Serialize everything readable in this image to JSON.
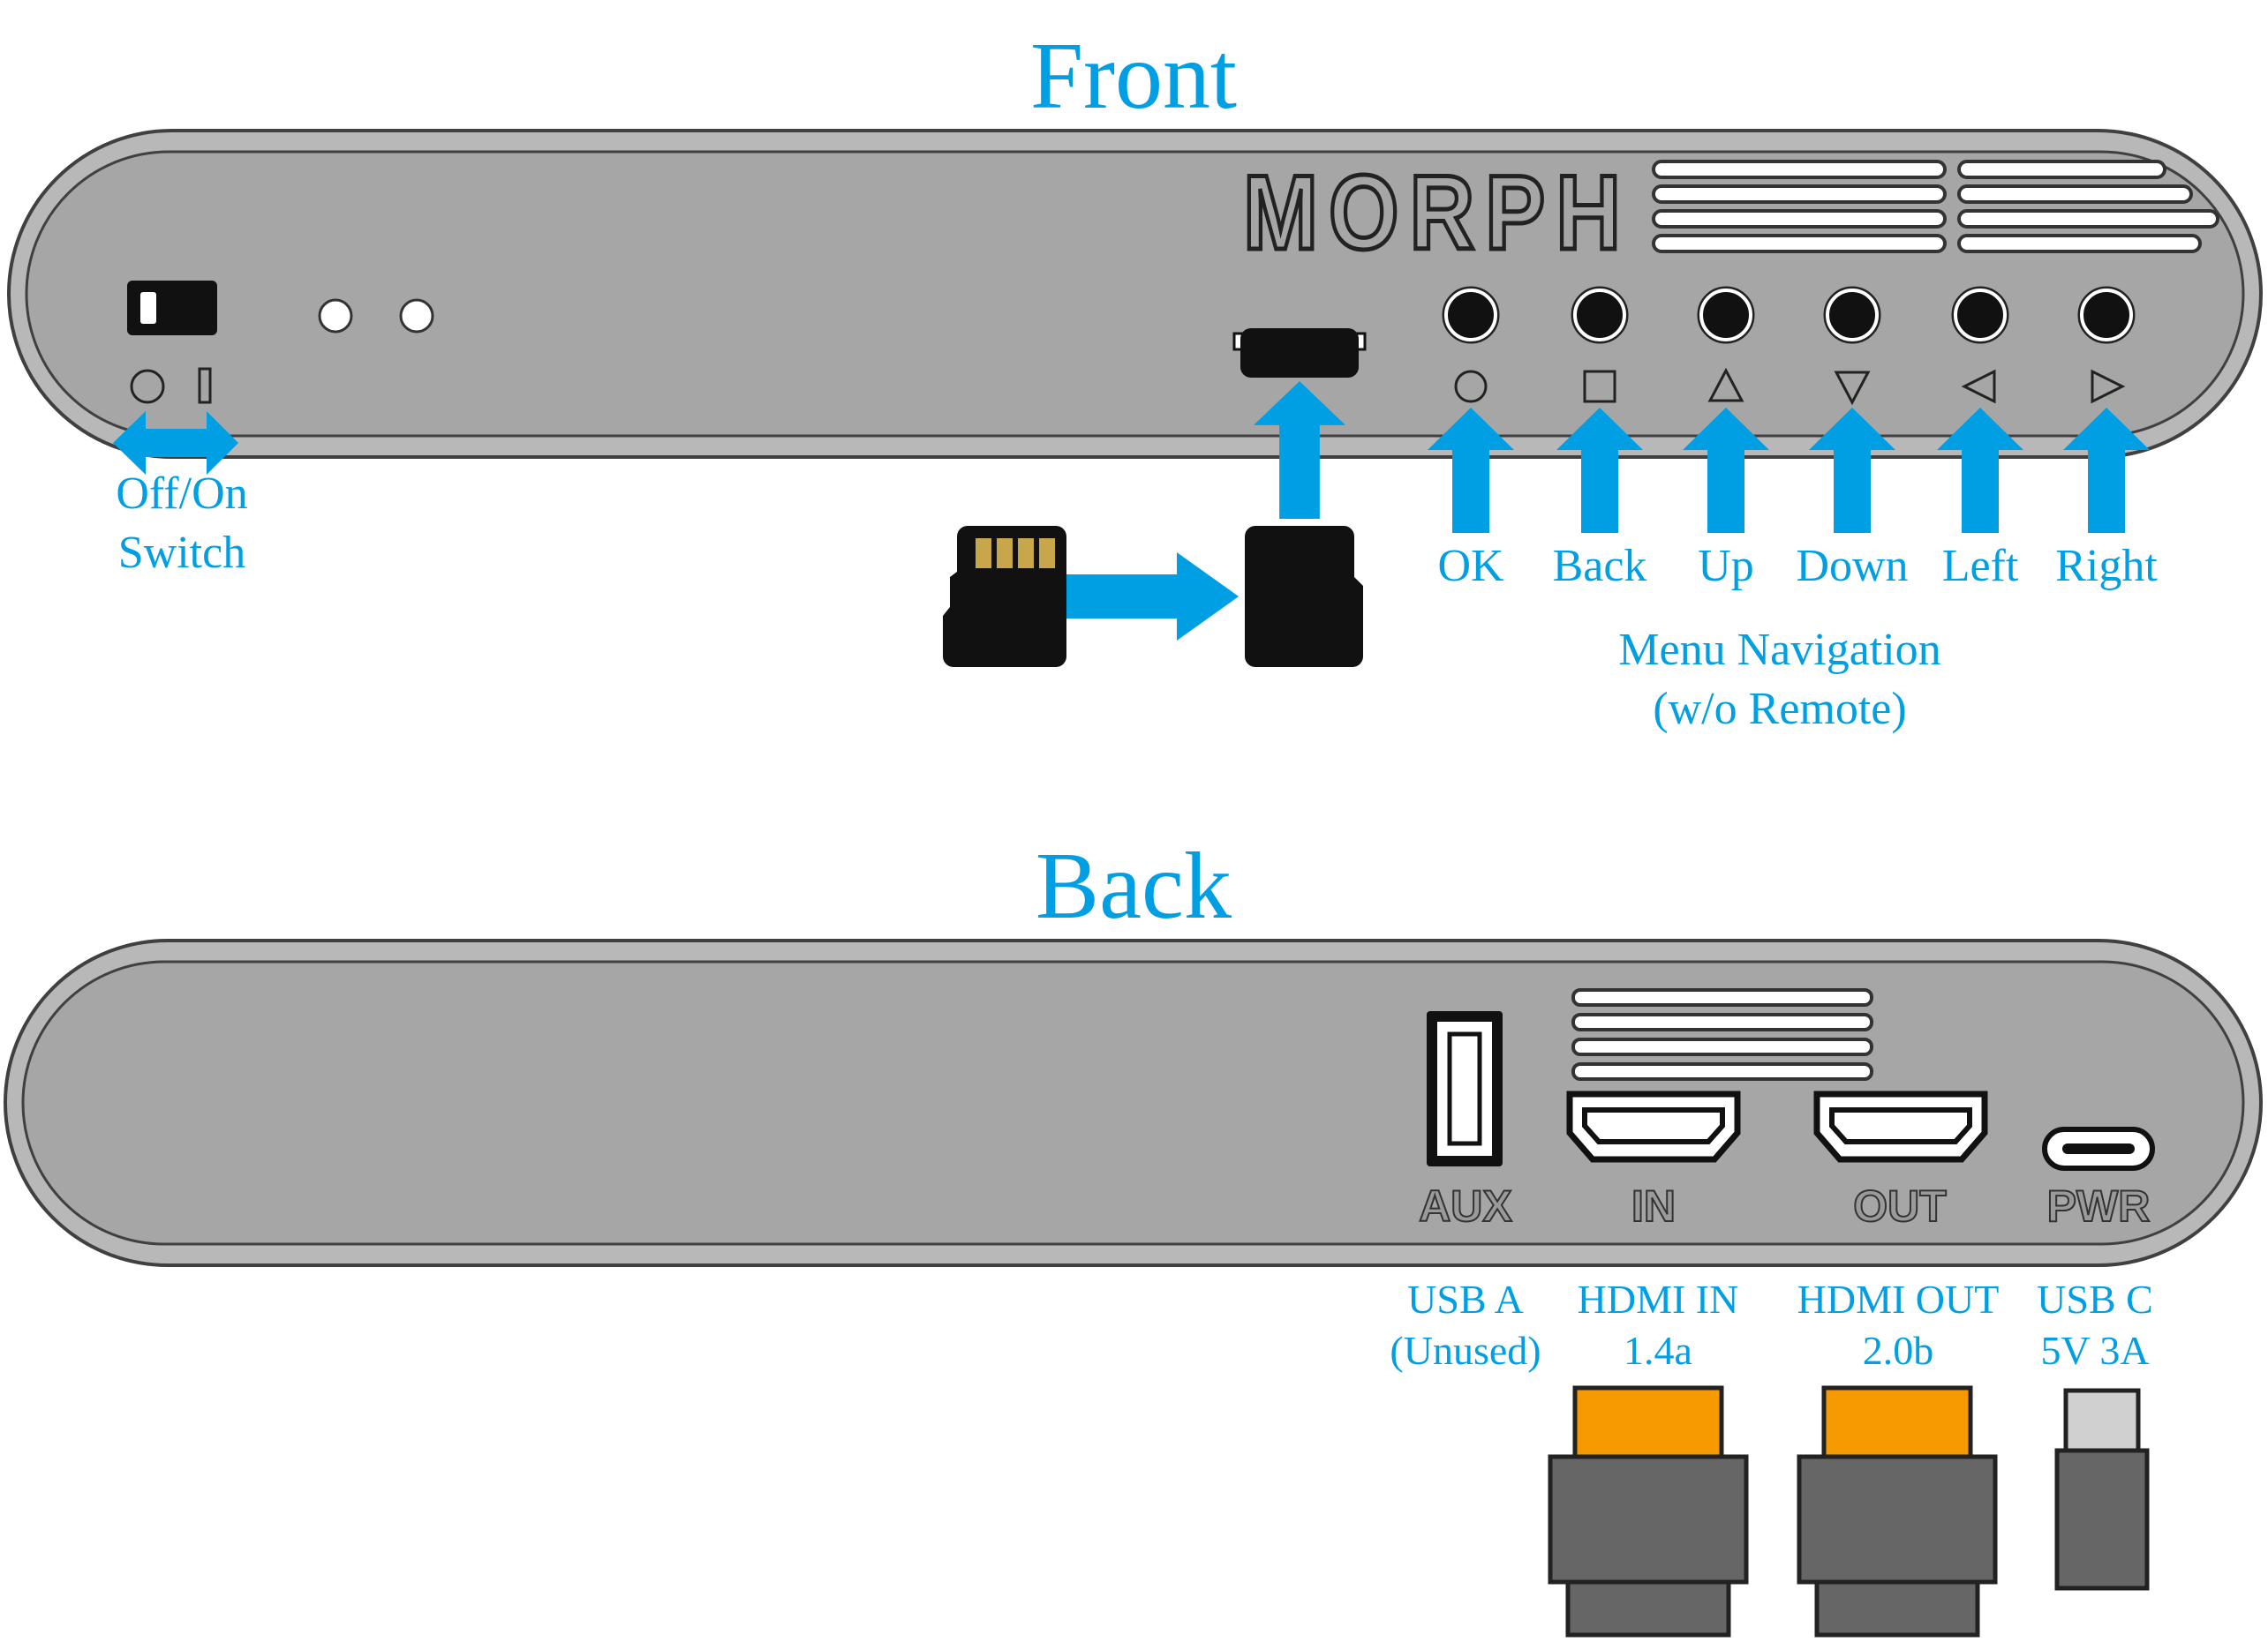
{
  "front": {
    "title": "Front",
    "brand": "MORPH",
    "switch_label": [
      "Off/On",
      "Switch"
    ],
    "buttons": [
      {
        "id": "ok",
        "label": "OK",
        "symbol": "circle"
      },
      {
        "id": "back",
        "label": "Back",
        "symbol": "square"
      },
      {
        "id": "up",
        "label": "Up",
        "symbol": "triangle-up"
      },
      {
        "id": "down",
        "label": "Down",
        "symbol": "triangle-down"
      },
      {
        "id": "left",
        "label": "Left",
        "symbol": "triangle-left"
      },
      {
        "id": "right",
        "label": "Right",
        "symbol": "triangle-right"
      }
    ],
    "menu_nav_label": [
      "Menu Navigation",
      "(w/o Remote)"
    ]
  },
  "back": {
    "title": "Back",
    "ports": [
      {
        "id": "aux",
        "panel_label": "AUX",
        "desc": [
          "USB A",
          "(Unused)"
        ]
      },
      {
        "id": "in",
        "panel_label": "IN",
        "desc": [
          "HDMI IN",
          "1.4a"
        ]
      },
      {
        "id": "out",
        "panel_label": "OUT",
        "desc": [
          "HDMI OUT",
          "2.0b"
        ]
      },
      {
        "id": "pwr",
        "panel_label": "PWR",
        "desc": [
          "USB C",
          "5V 3A"
        ]
      }
    ]
  },
  "colors": {
    "accent": "#009fe3",
    "panel": "#a6a6a6",
    "outline": "#404040",
    "hdmi_plug": "#f59a00",
    "plug_body": "#666666",
    "sd_contacts": "#c8a64b",
    "usbc_tip": "#d0d0d0"
  }
}
